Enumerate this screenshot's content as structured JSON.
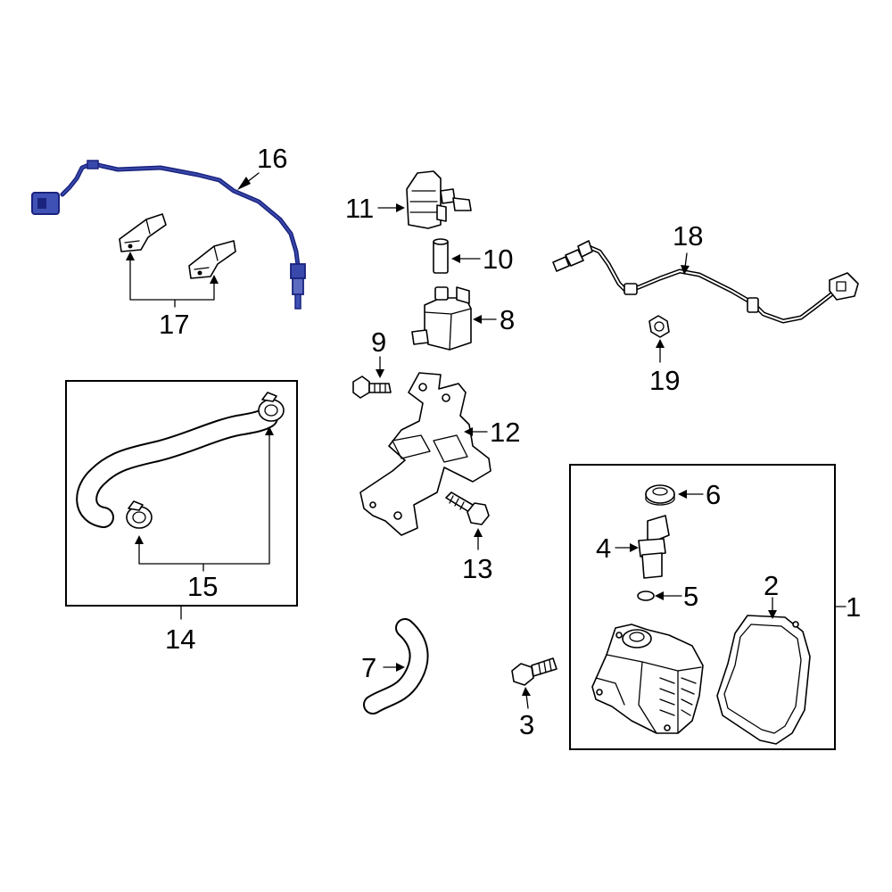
{
  "diagram": {
    "accent_color": "#1a237e",
    "callouts": [
      {
        "id": "1",
        "text": "1"
      },
      {
        "id": "2",
        "text": "2"
      },
      {
        "id": "3",
        "text": "3"
      },
      {
        "id": "4",
        "text": "4"
      },
      {
        "id": "5",
        "text": "5"
      },
      {
        "id": "6",
        "text": "6"
      },
      {
        "id": "7",
        "text": "7"
      },
      {
        "id": "8",
        "text": "8"
      },
      {
        "id": "9",
        "text": "9"
      },
      {
        "id": "10",
        "text": "10"
      },
      {
        "id": "11",
        "text": "11"
      },
      {
        "id": "12",
        "text": "12"
      },
      {
        "id": "13",
        "text": "13"
      },
      {
        "id": "14",
        "text": "14"
      },
      {
        "id": "15",
        "text": "15"
      },
      {
        "id": "16",
        "text": "16"
      },
      {
        "id": "17",
        "text": "17"
      },
      {
        "id": "18",
        "text": "18"
      },
      {
        "id": "19",
        "text": "19"
      }
    ]
  }
}
